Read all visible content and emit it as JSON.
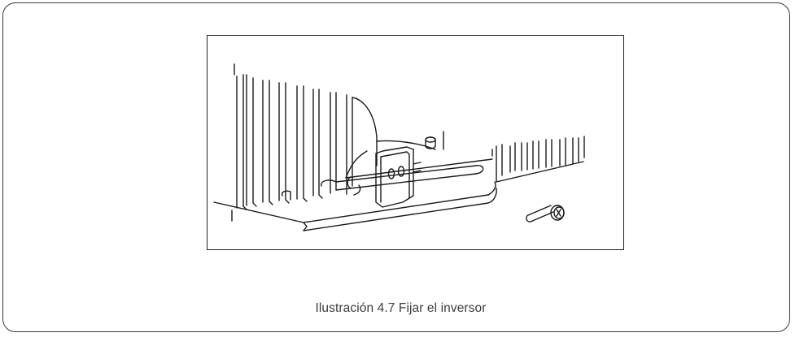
{
  "caption": "Ilustración 4.7 Fijar el inversor",
  "illustration": {
    "icon": "inverter-mounting-bracket-diagram",
    "parts": [
      "heatsink-fins",
      "mounting-bracket",
      "screw"
    ]
  }
}
